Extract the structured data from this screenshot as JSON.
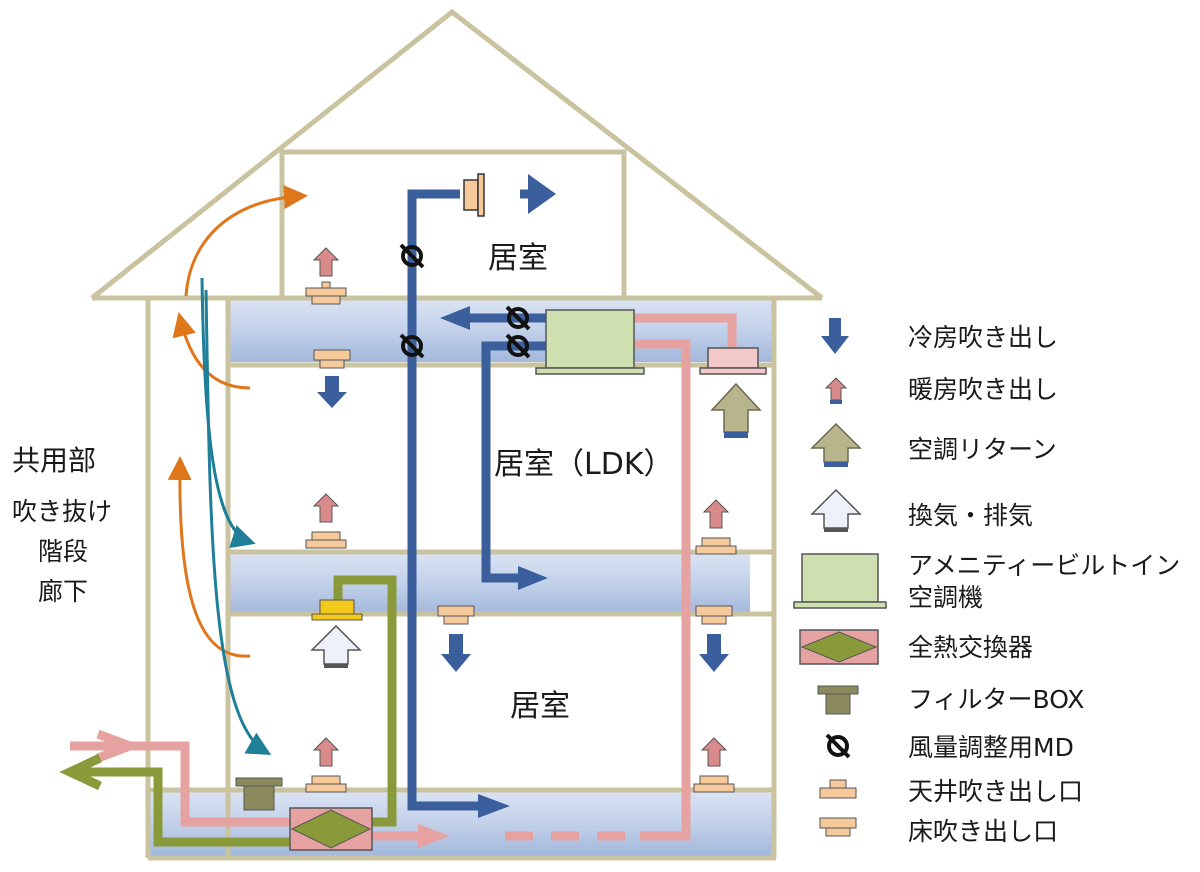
{
  "rooms": {
    "attic": "居室",
    "ldk": "居室（LDK）",
    "lower": "居室"
  },
  "common_area": {
    "title": "共用部",
    "lines": [
      "吹き抜け",
      "階段",
      "廊下"
    ]
  },
  "legend": [
    {
      "icon": "cooling-arrow-icon",
      "label": "冷房吹き出し"
    },
    {
      "icon": "heating-arrow-icon",
      "label": "暖房吹き出し"
    },
    {
      "icon": "return-arrow-icon",
      "label": "空調リターン"
    },
    {
      "icon": "ventilation-arrow-icon",
      "label": "換気・排気"
    },
    {
      "icon": "ac-unit-icon",
      "label": "アメニティービルトイン\n空調機"
    },
    {
      "icon": "heat-exchanger-icon",
      "label": "全熱交換器"
    },
    {
      "icon": "filter-box-icon",
      "label": "フィルターBOX"
    },
    {
      "icon": "damper-icon",
      "label": "風量調整用MD"
    },
    {
      "icon": "ceiling-outlet-icon",
      "label": "天井吹き出し口"
    },
    {
      "icon": "floor-outlet-icon",
      "label": "床吹き出し口"
    }
  ],
  "colors": {
    "house_outline": "#c9c3a0",
    "cooling": "#3b5f9d",
    "heating": "#e6a1a1",
    "heating_arrow": "#d98a8a",
    "return": "#b8b48c",
    "ventilation": "#8a9a3a",
    "teal": "#1f7f99",
    "orange": "#e0761a",
    "ac_unit": "#cfe0b0",
    "outlet": "#f6c99b",
    "filter": "#8a8a5c",
    "cavity_top": "#c9d6ec",
    "cavity_bottom": "#9cb3d8"
  }
}
